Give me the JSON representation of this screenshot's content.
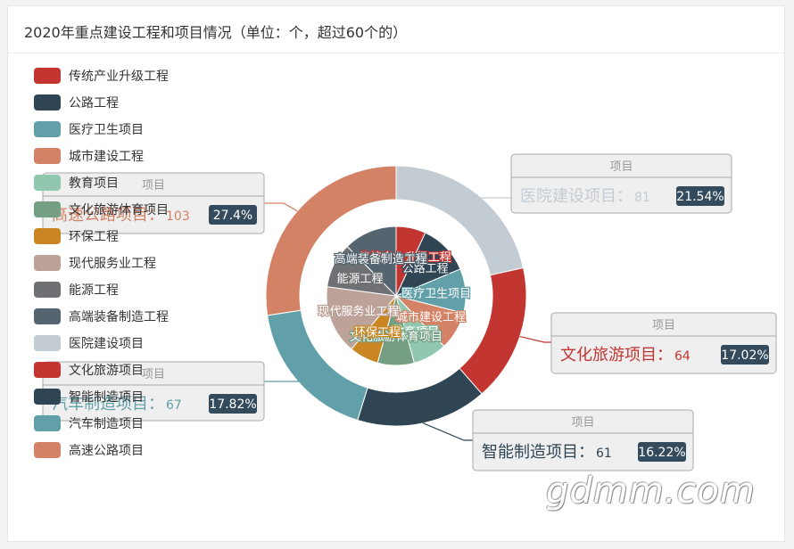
{
  "header": {
    "title": "2020年重点建设工程和项目情况（单位：个，超过60个的）"
  },
  "watermark": "gdmm.com",
  "callout_series_name": "项目",
  "chart_data": {
    "type": "pie",
    "title": "2020年重点建设工程和项目情况（单位：个，超过60个的）",
    "legend_position": "left",
    "legend": [
      "传统产业升级工程",
      "公路工程",
      "医疗卫生项目",
      "城市建设工程",
      "教育项目",
      "文化旅游体育项目",
      "环保工程",
      "现代服务业工程",
      "能源工程",
      "高端装备制造工程",
      "医院建设项目",
      "文化旅游项目",
      "智能制造项目",
      "汽车制造项目",
      "高速公路项目"
    ],
    "inner_series": {
      "name": "工程",
      "slices": [
        {
          "name": "传统产业升级工程",
          "value": 6.9,
          "color": "#c23531"
        },
        {
          "name": "公路工程",
          "value": 11.8,
          "color": "#2f4554"
        },
        {
          "name": "医疗卫生项目",
          "value": 10.3,
          "color": "#61a0a8"
        },
        {
          "name": "城市建设工程",
          "value": 8.9,
          "color": "#d48265"
        },
        {
          "name": "教育项目",
          "value": 7.9,
          "color": "#91c7ae"
        },
        {
          "name": "文化旅游体育项目",
          "value": 8.5,
          "color": "#749f83"
        },
        {
          "name": "环保工程",
          "value": 6.8,
          "color": "#ca8622"
        },
        {
          "name": "现代服务业工程",
          "value": 16.0,
          "color": "#bda29a"
        },
        {
          "name": "能源工程",
          "value": 10.5,
          "color": "#6e7074"
        },
        {
          "name": "高端装备制造工程",
          "value": 12.4,
          "color": "#546570"
        }
      ]
    },
    "outer_series": {
      "name": "项目",
      "slices": [
        {
          "name": "医院建设项目",
          "value": 81,
          "percent": "21.54%",
          "color": "#c4ccd3"
        },
        {
          "name": "文化旅游项目",
          "value": 64,
          "percent": "17.02%",
          "color": "#c23531"
        },
        {
          "name": "智能制造项目",
          "value": 61,
          "percent": "16.22%",
          "color": "#2f4554"
        },
        {
          "name": "汽车制造项目",
          "value": 67,
          "percent": "17.82%",
          "color": "#61a0a8"
        },
        {
          "name": "高速公路项目",
          "value": 103,
          "percent": "27.4%",
          "color": "#d48265"
        }
      ]
    }
  }
}
